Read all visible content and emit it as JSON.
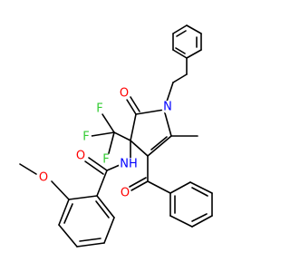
{
  "colors": {
    "bond": "#000000",
    "background": "#ffffff",
    "carbon": "#000000",
    "oxygen": "#ff0000",
    "nitrogen": "#0000ff",
    "fluorine": "#33cc33"
  },
  "atoms": {
    "o_lactam": {
      "text": "O",
      "element": "oxygen"
    },
    "n_ring": {
      "text": "N",
      "element": "nitrogen"
    },
    "f1": {
      "text": "F",
      "element": "fluorine"
    },
    "f2": {
      "text": "F",
      "element": "fluorine"
    },
    "f3": {
      "text": "F",
      "element": "fluorine"
    },
    "o_amide": {
      "text": "O",
      "element": "oxygen"
    },
    "nh": {
      "text": "NH",
      "element": "nitrogen"
    },
    "o_ketone": {
      "text": "O",
      "element": "oxygen"
    },
    "o_methoxy": {
      "text": "O",
      "element": "oxygen"
    }
  }
}
